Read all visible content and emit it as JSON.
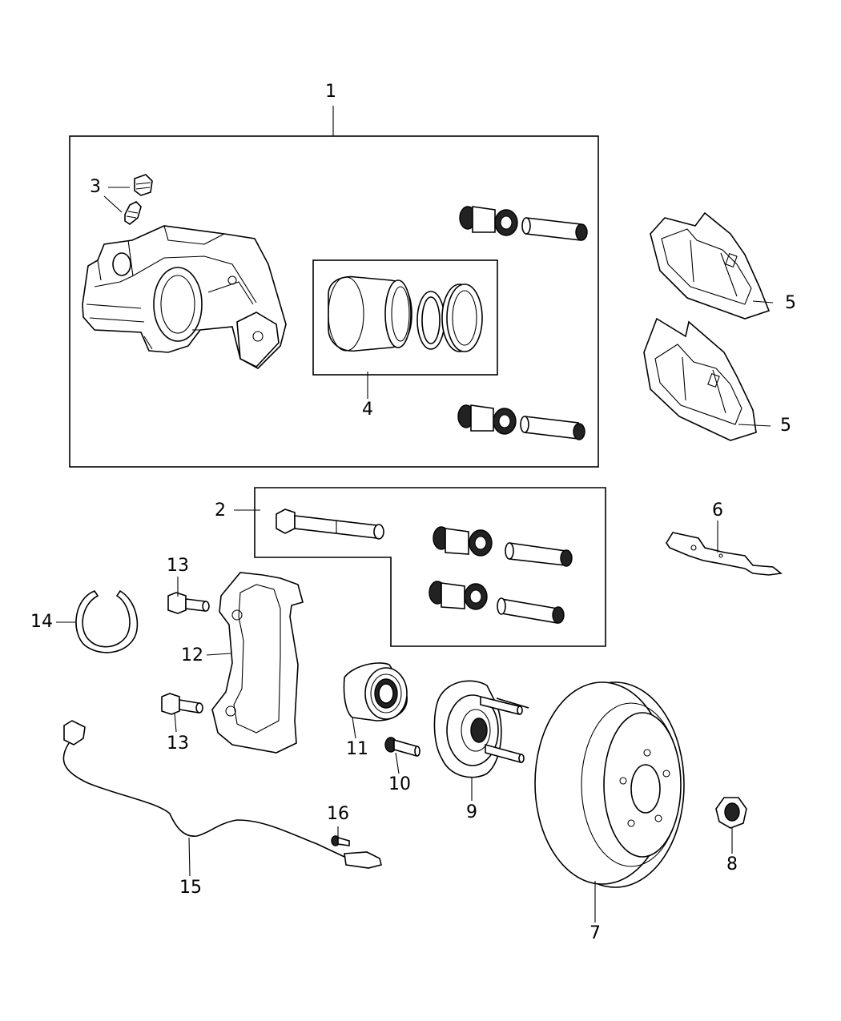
{
  "callouts": {
    "c1": "1",
    "c2": "2",
    "c3": "3",
    "c4": "4",
    "c5a": "5",
    "c5b": "5",
    "c6": "6",
    "c7": "7",
    "c8": "8",
    "c9": "9",
    "c10": "10",
    "c11": "11",
    "c12": "12",
    "c13a": "13",
    "c13b": "13",
    "c14": "14",
    "c15": "15",
    "c16": "16"
  }
}
